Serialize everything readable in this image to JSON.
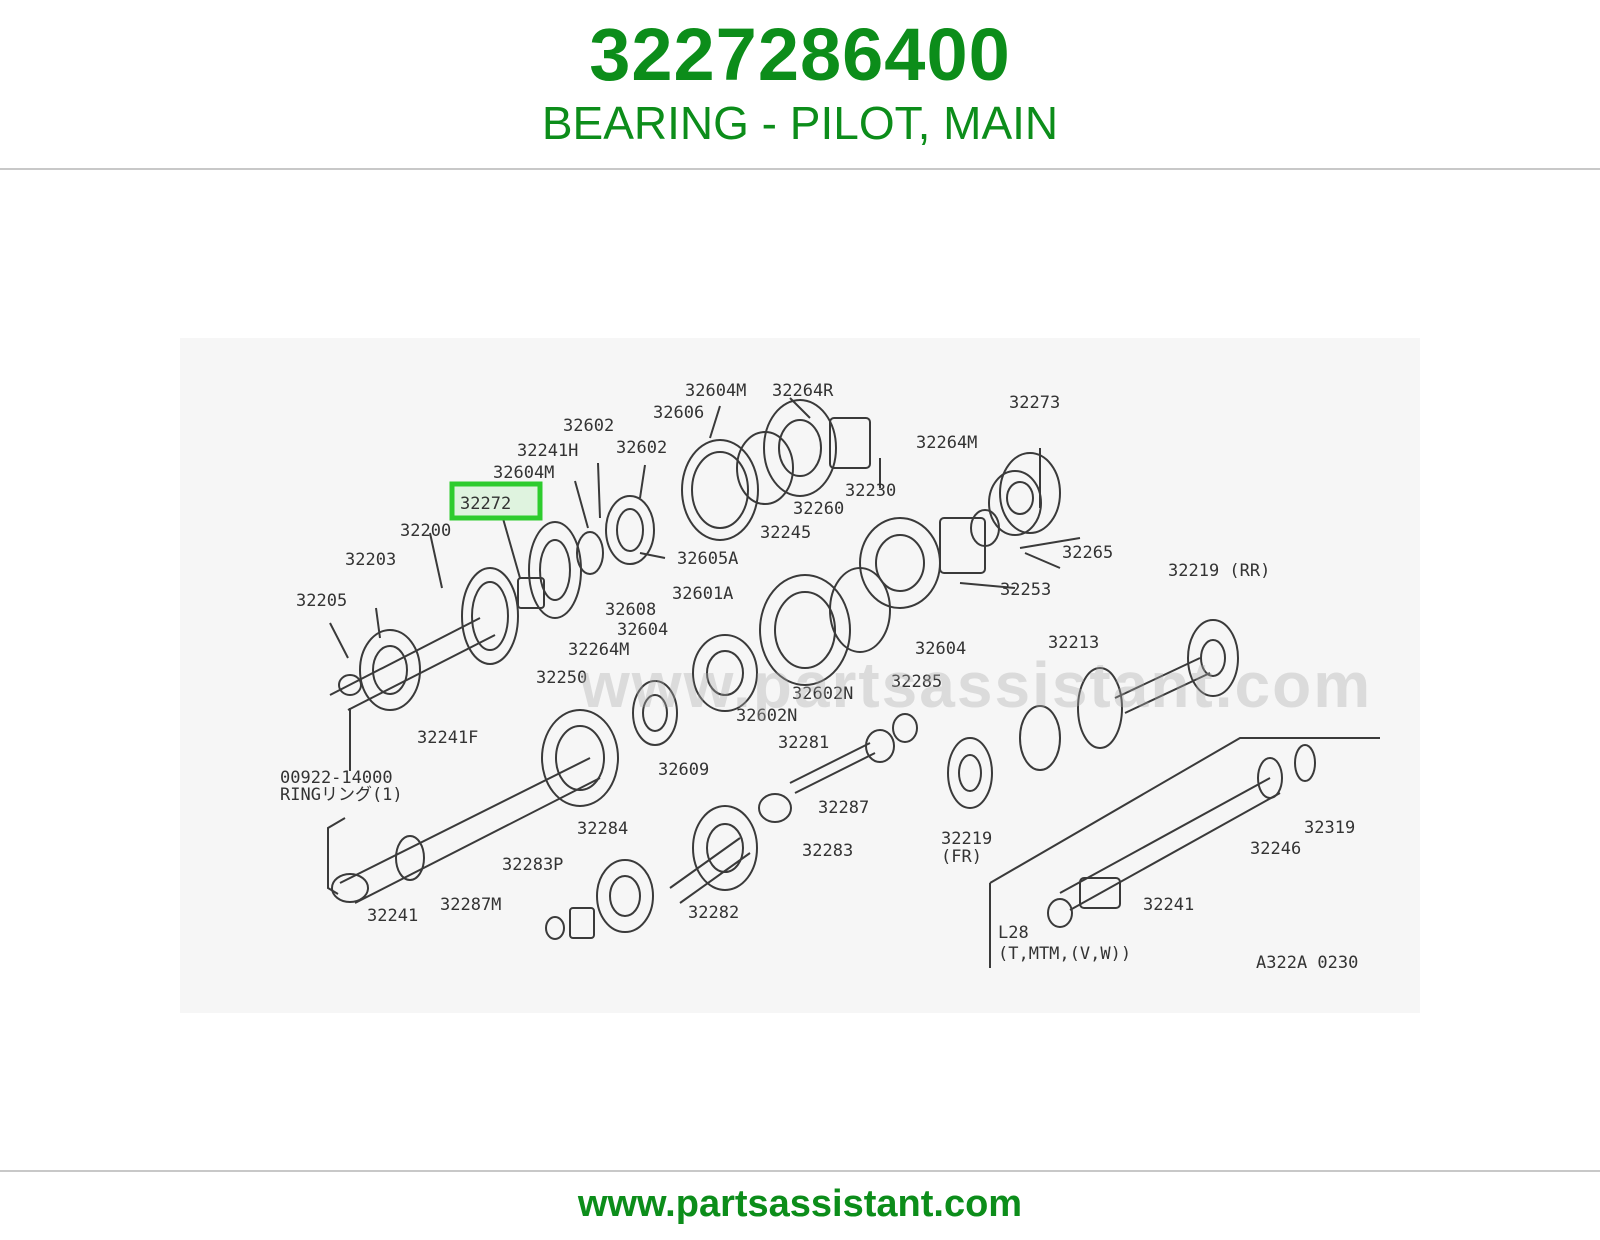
{
  "header": {
    "part_number": "3227286400",
    "part_name": "BEARING - PILOT, MAIN"
  },
  "diagram": {
    "highlighted_part": "32272",
    "highlight_color": "#2ecc2e",
    "watermark": "www.partsassistant.com",
    "callouts": [
      "32604M",
      "32264R",
      "32606",
      "32602",
      "32602",
      "32241H",
      "32604M",
      "32273",
      "32264M",
      "32272",
      "32230",
      "32260",
      "32200",
      "32245",
      "32265",
      "32605A",
      "32203",
      "32253",
      "32219 (RR)",
      "32205",
      "32601A",
      "32608",
      "32604",
      "32604",
      "32213",
      "32264M",
      "32285",
      "32250",
      "32602N",
      "32602N",
      "32241F",
      "32281",
      "00922-14000",
      "RINGリング(1)",
      "32609",
      "32287",
      "32219",
      "(FR)",
      "32283",
      "32284",
      "32319",
      "32283P",
      "32246",
      "32287M",
      "32241",
      "32282",
      "32241",
      "L28",
      "(T,MTM,(V,W))",
      "A322A 0230"
    ]
  },
  "footer": {
    "url": "www.partsassistant.com"
  }
}
